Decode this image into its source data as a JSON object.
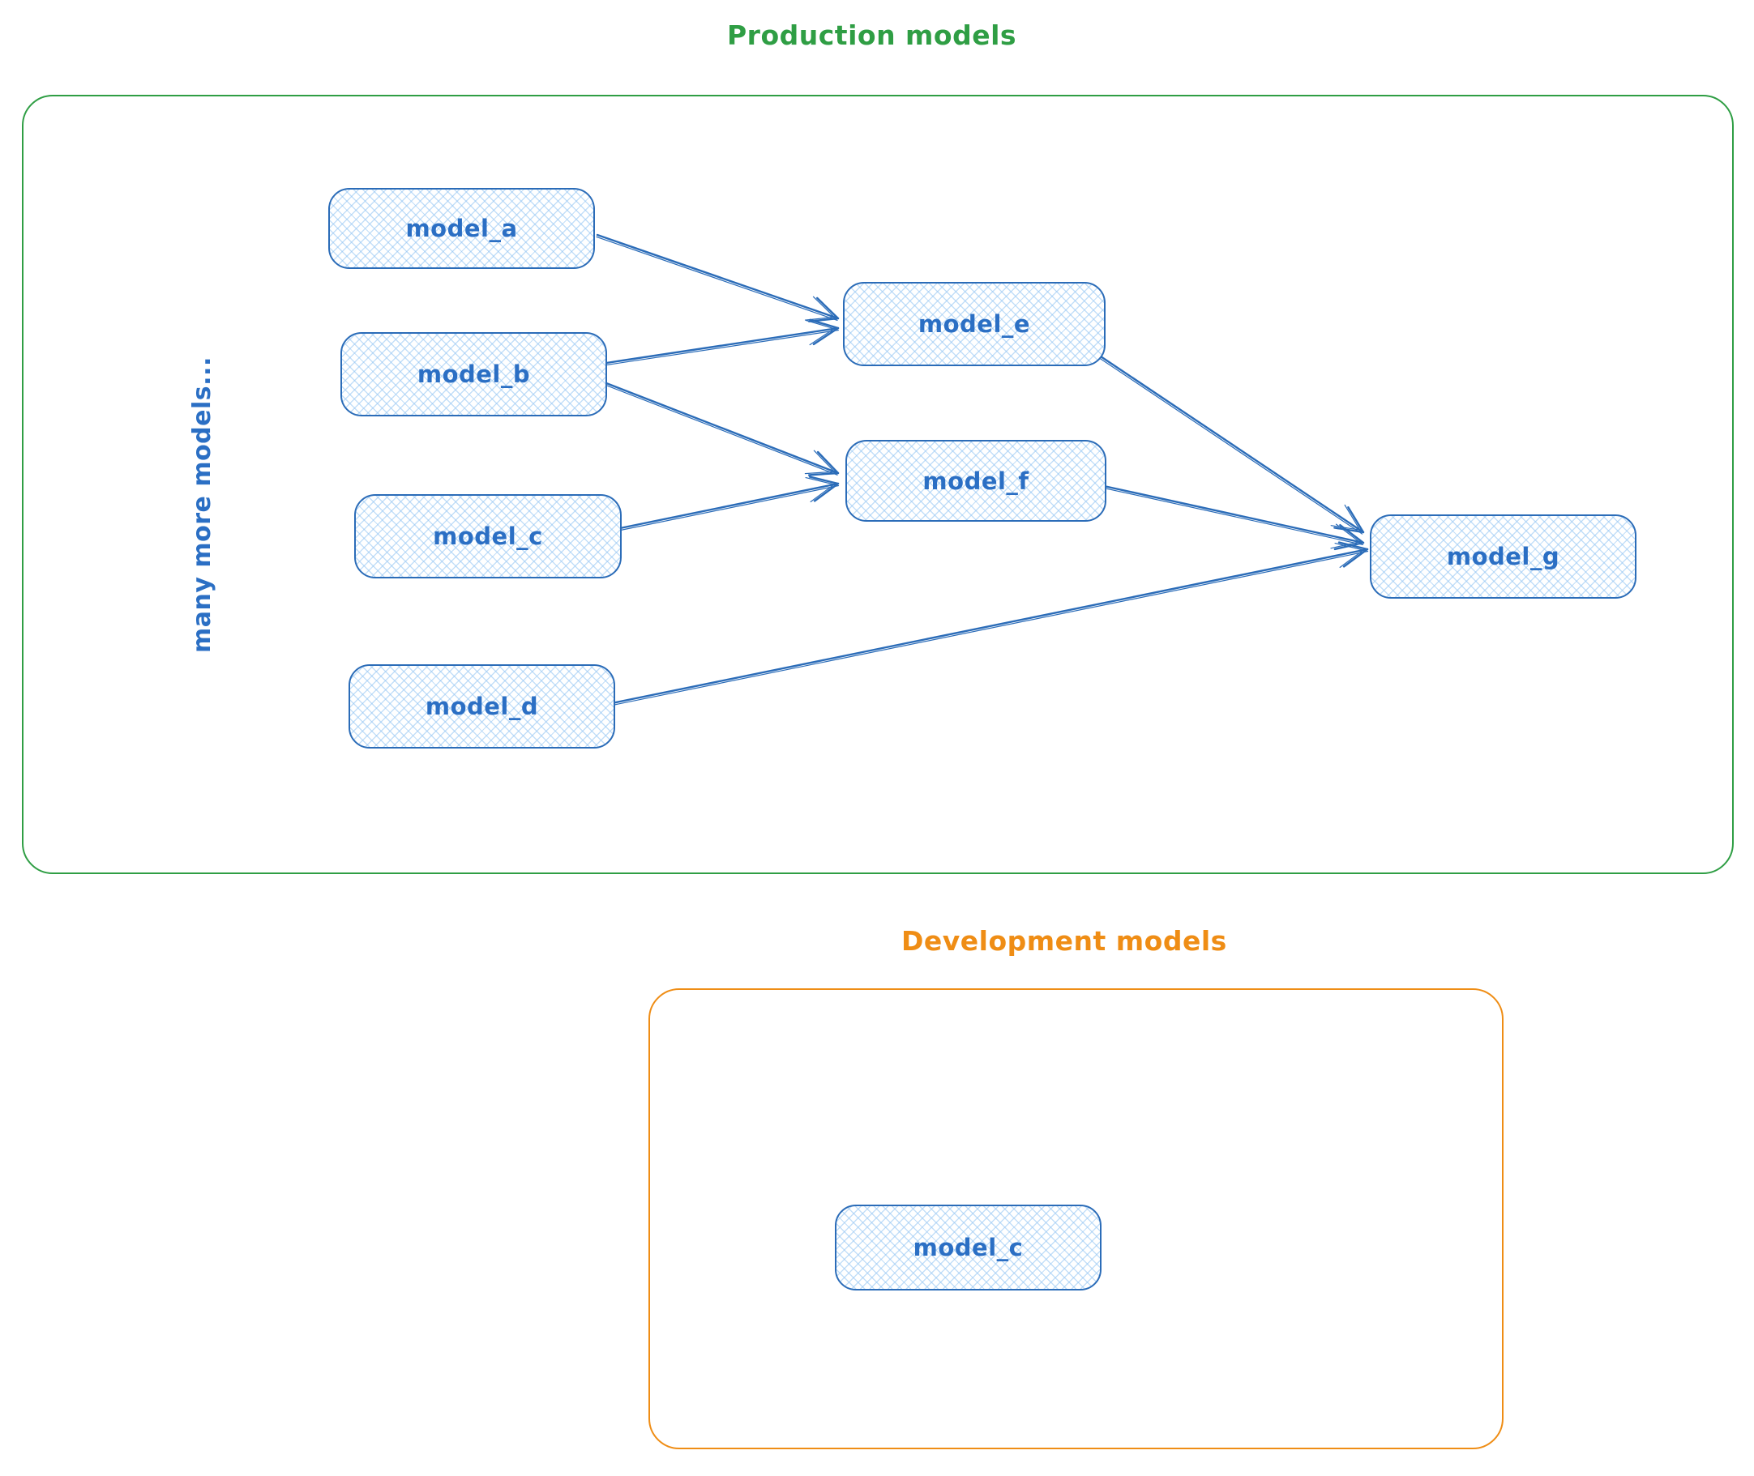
{
  "diagram": {
    "production": {
      "title": "Production models",
      "accent_color": "#2f9e44",
      "note": "many more models...",
      "nodes": [
        {
          "id": "model_a",
          "label": "model_a"
        },
        {
          "id": "model_b",
          "label": "model_b"
        },
        {
          "id": "model_c",
          "label": "model_c"
        },
        {
          "id": "model_d",
          "label": "model_d"
        },
        {
          "id": "model_e",
          "label": "model_e"
        },
        {
          "id": "model_f",
          "label": "model_f"
        },
        {
          "id": "model_g",
          "label": "model_g"
        }
      ],
      "edges": [
        {
          "from": "model_a",
          "to": "model_e"
        },
        {
          "from": "model_b",
          "to": "model_e"
        },
        {
          "from": "model_b",
          "to": "model_f"
        },
        {
          "from": "model_c",
          "to": "model_f"
        },
        {
          "from": "model_e",
          "to": "model_g"
        },
        {
          "from": "model_f",
          "to": "model_g"
        },
        {
          "from": "model_d",
          "to": "model_g"
        }
      ]
    },
    "development": {
      "title": "Development models",
      "accent_color": "#ef8d15",
      "nodes": [
        {
          "id": "model_c",
          "label": "model_c"
        }
      ]
    },
    "node_style": {
      "stroke_color": "#2b6cb8",
      "fill_color": "#a5d8ff",
      "text_color": "#2b6fc4"
    }
  }
}
